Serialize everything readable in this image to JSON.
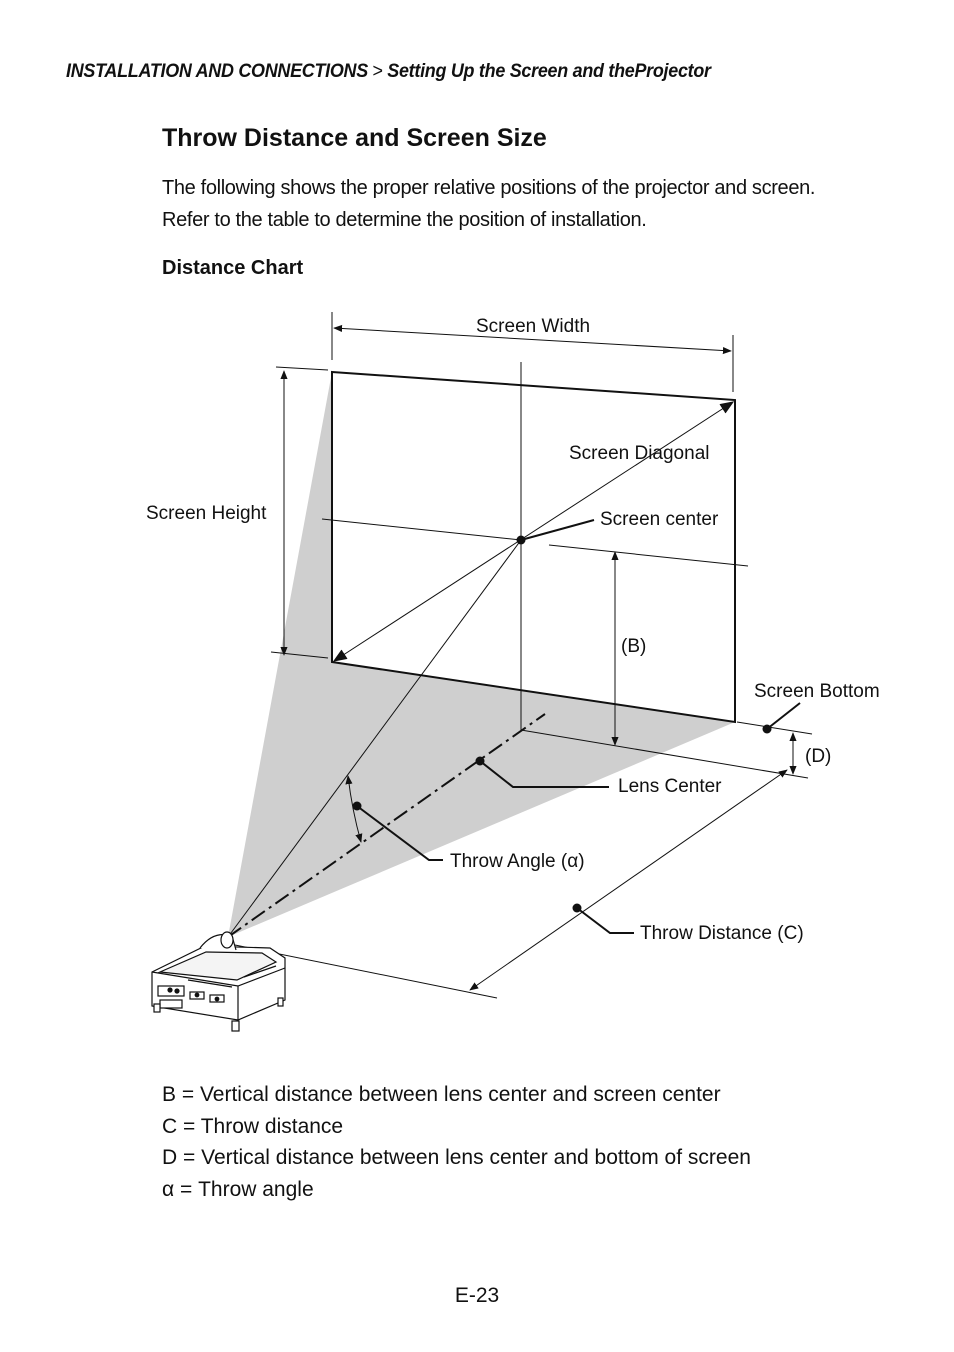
{
  "header": {
    "section": "INSTALLATION AND CONNECTIONS",
    "separator": ">",
    "subsection": "Setting Up the Screen and theProjector"
  },
  "title": "Throw Distance and Screen Size",
  "intro": {
    "line1": "The following shows the proper relative positions of the projector and screen.",
    "line2": "Refer to the table to determine the position of installation."
  },
  "subheading": "Distance Chart",
  "diagram": {
    "labels": {
      "screen_width": "Screen Width",
      "screen_diagonal": "Screen Diagonal",
      "screen_height": "Screen Height",
      "screen_center": "Screen center",
      "b": "(B)",
      "screen_bottom": "Screen Bottom",
      "d": "(D)",
      "lens_center": "Lens Center",
      "throw_angle": "Throw Angle (α)",
      "throw_distance": "Throw Distance (C)"
    },
    "colors": {
      "projection_fill": "#cfcfcf",
      "line": "#111111"
    }
  },
  "legend": [
    {
      "text": "B = Vertical distance between lens center and screen center"
    },
    {
      "text": "C = Throw distance"
    },
    {
      "text": "D = Vertical distance between lens center and bottom of screen"
    },
    {
      "text": "α = Throw angle"
    }
  ],
  "page_number": "E-23"
}
